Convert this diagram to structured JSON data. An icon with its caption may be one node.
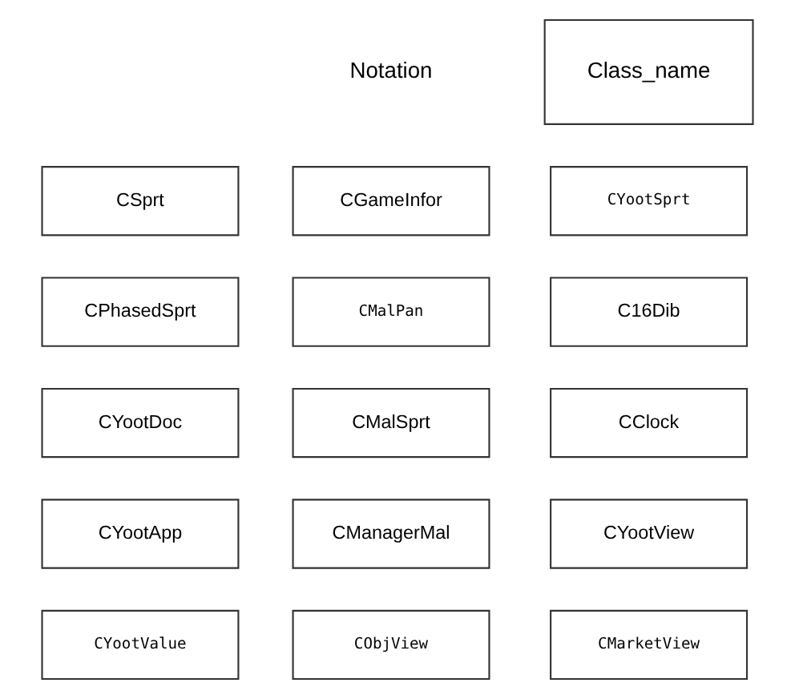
{
  "diagram": {
    "nodes": [
      {
        "text": [
          "Class_name"
        ]
      },
      {
        "text": [
          "CSprt"
        ]
      },
      {
        "text": [
          "CGameInfor"
        ]
      },
      {
        "text": [
          "CYootSprt"
        ]
      },
      {
        "text": [
          "CPhasedSprt"
        ]
      },
      {
        "text": [
          "CMalPan"
        ]
      },
      {
        "text": [
          "C16Dib"
        ]
      },
      {
        "text": [
          "CYootDoc"
        ]
      },
      {
        "text": [
          "CMalSprt"
        ]
      },
      {
        "text": [
          "CClock"
        ]
      },
      {
        "text": [
          "CYootApp"
        ]
      },
      {
        "text": [
          "CManagerMal"
        ]
      },
      {
        "text": [
          "CYootView"
        ]
      },
      {
        "text": [
          "CYootValue"
        ]
      },
      {
        "text": [
          "CObjView"
        ]
      },
      {
        "text": [
          "CMarketView"
        ]
      }
    ],
    "edges": [],
    "labels": [
      "Notation"
    ]
  }
}
